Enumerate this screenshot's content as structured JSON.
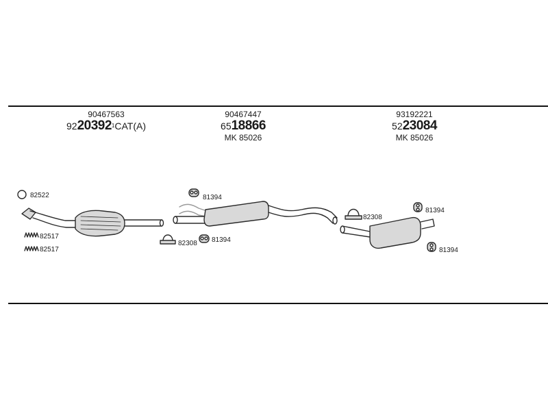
{
  "sections": [
    {
      "ref": "90467563",
      "code_prefix": "92",
      "code_bold": "20392",
      "code_sup": "1",
      "code_suffix": "CAT(A)",
      "mk": ""
    },
    {
      "ref": "90467447",
      "code_prefix": "65",
      "code_bold": "18866",
      "code_sup": "",
      "code_suffix": "",
      "mk": "MK  85026"
    },
    {
      "ref": "93192221",
      "code_prefix": "52",
      "code_bold": "23084",
      "code_sup": "",
      "code_suffix": "",
      "mk": "MK  85026"
    }
  ],
  "part_labels": {
    "ring_front": "82522",
    "spring_a": "82517",
    "spring_b": "82517",
    "hanger_mid": "81394",
    "clamp_mid": "82308",
    "hanger_mid_low": "81394",
    "clamp_rear": "82308",
    "hanger_rear_top": "81394",
    "hanger_rear_low": "81394"
  },
  "colors": {
    "rule": "#111111",
    "part_stroke": "#2a2a2a",
    "part_fill": "#d9d9d9"
  }
}
